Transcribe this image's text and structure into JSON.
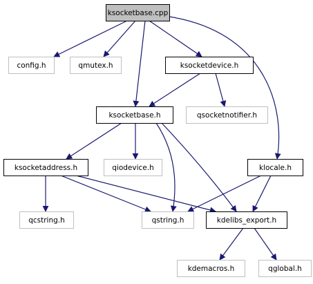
{
  "colors": {
    "edge": "#191970",
    "root_fill": "#bfbfbf",
    "root_border": "#000000",
    "documented_fill": "#ffffff",
    "documented_border": "#000000",
    "external_border": "#bfbfbf",
    "text": "#000000"
  },
  "nodes": [
    {
      "id": "ksocketbase_cpp",
      "label": "ksocketbase.cpp",
      "kind": "root"
    },
    {
      "id": "config_h",
      "label": "config.h",
      "kind": "external"
    },
    {
      "id": "qmutex_h",
      "label": "qmutex.h",
      "kind": "external"
    },
    {
      "id": "ksocketdevice_h",
      "label": "ksocketdevice.h",
      "kind": "documented"
    },
    {
      "id": "ksocketbase_h",
      "label": "ksocketbase.h",
      "kind": "documented"
    },
    {
      "id": "qsocketnotifier_h",
      "label": "qsocketnotifier.h",
      "kind": "external"
    },
    {
      "id": "ksocketaddress_h",
      "label": "ksocketaddress.h",
      "kind": "documented"
    },
    {
      "id": "qiodevice_h",
      "label": "qiodevice.h",
      "kind": "external"
    },
    {
      "id": "klocale_h",
      "label": "klocale.h",
      "kind": "documented"
    },
    {
      "id": "qcstring_h",
      "label": "qcstring.h",
      "kind": "external"
    },
    {
      "id": "qstring_h",
      "label": "qstring.h",
      "kind": "external"
    },
    {
      "id": "kdelibs_export_h",
      "label": "kdelibs_export.h",
      "kind": "documented"
    },
    {
      "id": "kdemacros_h",
      "label": "kdemacros.h",
      "kind": "external"
    },
    {
      "id": "qglobal_h",
      "label": "qglobal.h",
      "kind": "external"
    }
  ],
  "edges": [
    {
      "from": "ksocketbase_cpp",
      "to": "config_h"
    },
    {
      "from": "ksocketbase_cpp",
      "to": "qmutex_h"
    },
    {
      "from": "ksocketbase_cpp",
      "to": "ksocketdevice_h"
    },
    {
      "from": "ksocketbase_cpp",
      "to": "ksocketbase_h"
    },
    {
      "from": "ksocketbase_cpp",
      "to": "klocale_h"
    },
    {
      "from": "ksocketdevice_h",
      "to": "ksocketbase_h"
    },
    {
      "from": "ksocketdevice_h",
      "to": "qsocketnotifier_h"
    },
    {
      "from": "ksocketbase_h",
      "to": "ksocketaddress_h"
    },
    {
      "from": "ksocketbase_h",
      "to": "qiodevice_h"
    },
    {
      "from": "ksocketbase_h",
      "to": "qstring_h"
    },
    {
      "from": "ksocketbase_h",
      "to": "kdelibs_export_h"
    },
    {
      "from": "ksocketaddress_h",
      "to": "qcstring_h"
    },
    {
      "from": "ksocketaddress_h",
      "to": "qstring_h"
    },
    {
      "from": "ksocketaddress_h",
      "to": "kdelibs_export_h"
    },
    {
      "from": "klocale_h",
      "to": "qstring_h"
    },
    {
      "from": "klocale_h",
      "to": "kdelibs_export_h"
    },
    {
      "from": "kdelibs_export_h",
      "to": "kdemacros_h"
    },
    {
      "from": "kdelibs_export_h",
      "to": "qglobal_h"
    }
  ]
}
